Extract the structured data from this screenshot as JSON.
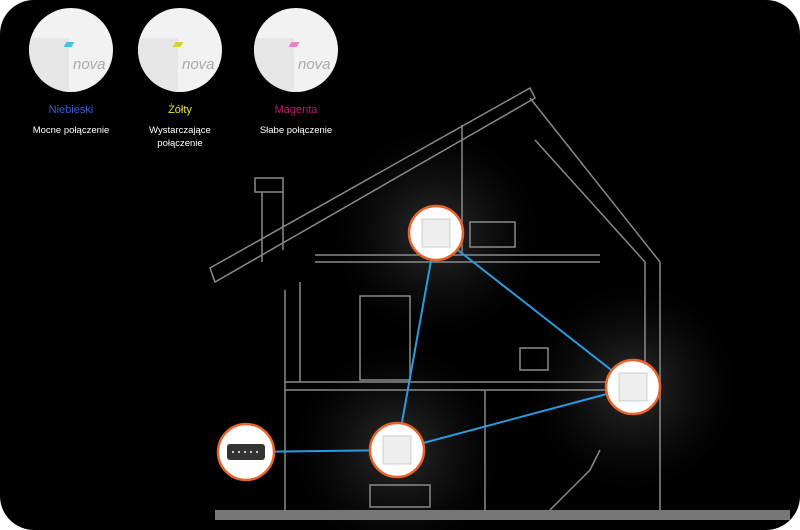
{
  "legend": [
    {
      "color_name": "Niebieski",
      "description": "Mocne połączenie",
      "color": "#3a5fd0",
      "led": "#3ec4f0",
      "logo": "nova"
    },
    {
      "color_name": "Żółty",
      "description": "Wystarczające połączenie",
      "color": "#e4e62a",
      "led": "#d6d62a",
      "logo": "nova"
    },
    {
      "color_name": "Magenta",
      "description": "Słabe połączenie",
      "color": "#c0186a",
      "led": "#f07ac8",
      "logo": "nova"
    }
  ],
  "colors": {
    "link": "#2b9be0",
    "node_ring": "#e8622a",
    "house_line": "#8a8a8a"
  }
}
